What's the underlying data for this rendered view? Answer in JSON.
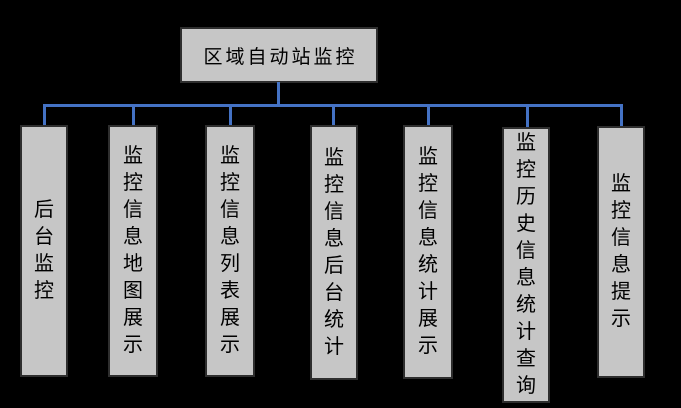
{
  "diagram": {
    "type": "tree",
    "root": {
      "label": "区域自动站监控"
    },
    "children": [
      {
        "label": "后台监控"
      },
      {
        "label": "监控信息地图展示"
      },
      {
        "label": "监控信息列表展示"
      },
      {
        "label": "监控信息后台统计"
      },
      {
        "label": "监控信息统计展示"
      },
      {
        "label": "监控历史信息统计查询"
      },
      {
        "label": "监控信息提示"
      }
    ],
    "colors": {
      "background": "#000000",
      "box_fill": "#c6c6c6",
      "box_border": "#2e2e2e",
      "connector": "#4472c4",
      "text": "#000000"
    }
  }
}
